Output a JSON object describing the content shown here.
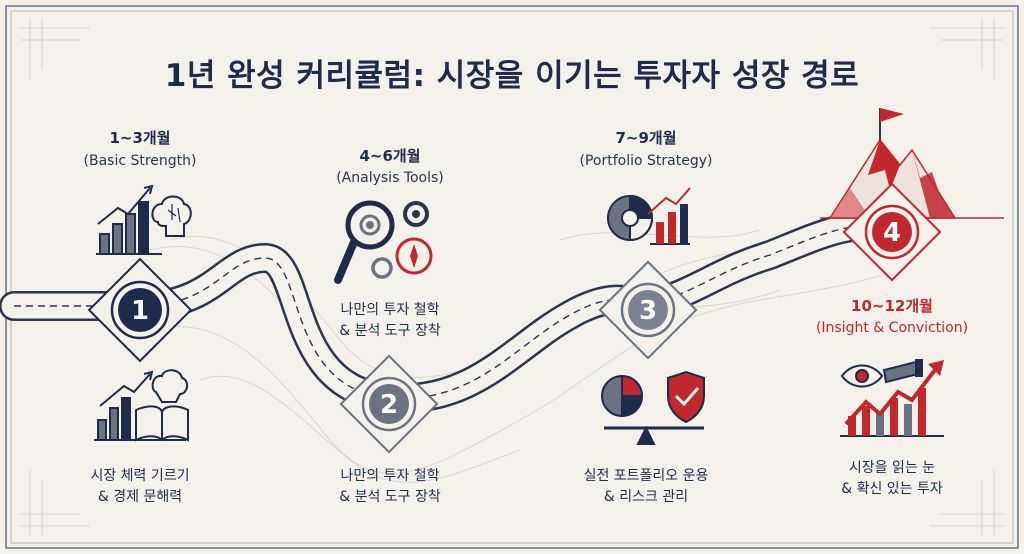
{
  "title": "1년 완성 커리큘럼: 시장을 이기는 투자자 성장 경로",
  "stages": [
    {
      "number": "1",
      "period": "1~3개월",
      "subtitle": "(Basic Strength)",
      "icon_top": "bar-chart-brain-icon",
      "icon_bottom": "book-chart-brain-icon",
      "desc_line1": "시장 체력 기르기",
      "desc_line2": "& 경제 문해력"
    },
    {
      "number": "2",
      "period": "4~6개월",
      "subtitle": "(Analysis Tools)",
      "icon_top": "magnifier-gears-compass-icon",
      "mid_line1": "나만의 투자 철학",
      "mid_line2": "& 분석 도구 장착",
      "desc_line1": "나만의 투자 철학",
      "desc_line2": "& 분석 도구 장착"
    },
    {
      "number": "3",
      "period": "7~9개월",
      "subtitle": "(Portfolio Strategy)",
      "icon_top": "pie-bar-chart-icon",
      "icon_bottom": "pie-shield-balance-icon",
      "desc_line1": "실전 포트폴리오 운용",
      "desc_line2": "& 리스크 관리"
    },
    {
      "number": "4",
      "period": "10~12개월",
      "subtitle": "(Insight & Conviction)",
      "icon_top": "mountain-flag-icon",
      "icon_bottom": "eye-telescope-growth-icon",
      "desc_line1": "시장을 읽는 눈",
      "desc_line2": "& 확신 있는 투자"
    }
  ],
  "colors": {
    "navy": "#1f2b4a",
    "slate": "#6b7383",
    "red": "#c0282d",
    "paper": "#f4f1ea"
  }
}
